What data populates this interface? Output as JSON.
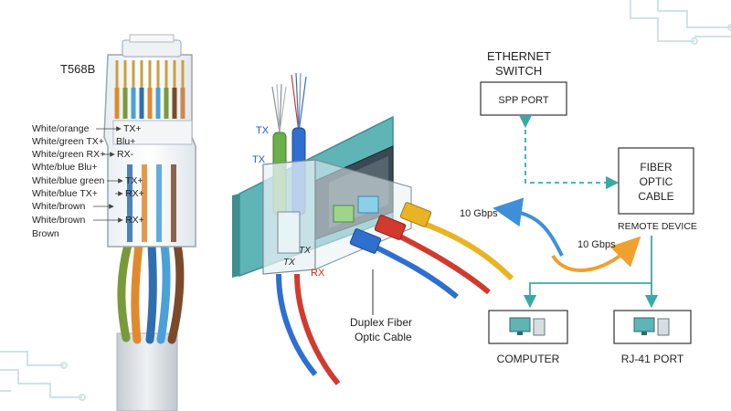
{
  "connector": {
    "standard": "T568B",
    "pin_labels": [
      "White/orange",
      "White/green TX+",
      "White/green RX+",
      "Whte/blue Blu+",
      "White/blue green",
      "White/blue TX+",
      "White/brown",
      "White/brown",
      "Brown"
    ],
    "signal_labels": [
      "TX+",
      "Blu+",
      "RX-",
      "TX+",
      "RX+",
      "RX+"
    ],
    "wire_colors": [
      "#7a9a3a",
      "#e08a2e",
      "#2f6fb0",
      "#4aa0d8",
      "#7b4a2a"
    ]
  },
  "transceiver": {
    "tx_label": "TX",
    "tx_label_2": "TX",
    "rx_label": "RX",
    "module_marks": [
      "TX",
      "TX"
    ],
    "caption": [
      "Duplex Fiber",
      "Optic Cable"
    ]
  },
  "network": {
    "switch_title": [
      "ETHERNET",
      "SWITCH"
    ],
    "spp_port": "SPP PORT",
    "fiber_box": [
      "FIBER",
      "OPTIC",
      "CABLE"
    ],
    "remote_device": "REMOTE DEVICE",
    "speed_left": "10 Gbps",
    "speed_right": "10 Gbps",
    "computer": "COMPUTER",
    "rj_port": "RJ-41 PORT"
  },
  "colors": {
    "panel": "#5fb4b6",
    "fiber_blue": "#2e6fd0",
    "fiber_red": "#d23a2e",
    "fiber_yellow": "#e8b424",
    "fiber_green": "#6bb04a",
    "arrow_teal": "#3aa9a5",
    "arrow_blue": "#3f8fd8",
    "arrow_orange": "#f0a030",
    "circuit": "#cfe3e5"
  }
}
